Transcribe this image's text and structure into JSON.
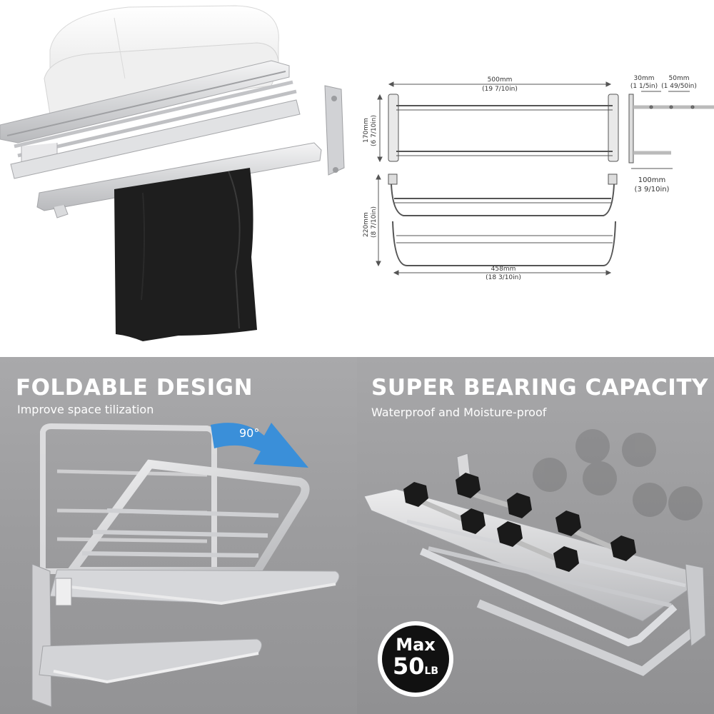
{
  "dimensions": {
    "width_mm": "500mm",
    "width_in": "(19 7/10in)",
    "height_mm": "170mm",
    "height_in": "(6 7/10in)",
    "depth1_mm": "30mm",
    "depth1_in": "(1 1/5in)",
    "depth2_mm": "50mm",
    "depth2_in": "(1 49/50in)",
    "depth_total_mm": "100mm",
    "depth_total_in": "(3 9/10in)",
    "front_height_mm": "220mm",
    "front_height_in": "(8 7/10in)",
    "inner_width_mm": "458mm",
    "inner_width_in": "(18  3/10in)"
  },
  "foldable": {
    "title": "FOLDABLE DESIGN",
    "subtitle": "Improve space tilization",
    "angle": "90°"
  },
  "capacity": {
    "title": "SUPER BEARING CAPACITY",
    "subtitle": "Waterproof and Moisture-proof",
    "badge_top": "Max",
    "badge_value": "50",
    "badge_unit": "LB"
  },
  "colors": {
    "arrow_blue": "#3a8fd9",
    "aluminum": "#d9dadc",
    "towel_dark": "#1e1e1e",
    "badge_bg": "#111111"
  }
}
